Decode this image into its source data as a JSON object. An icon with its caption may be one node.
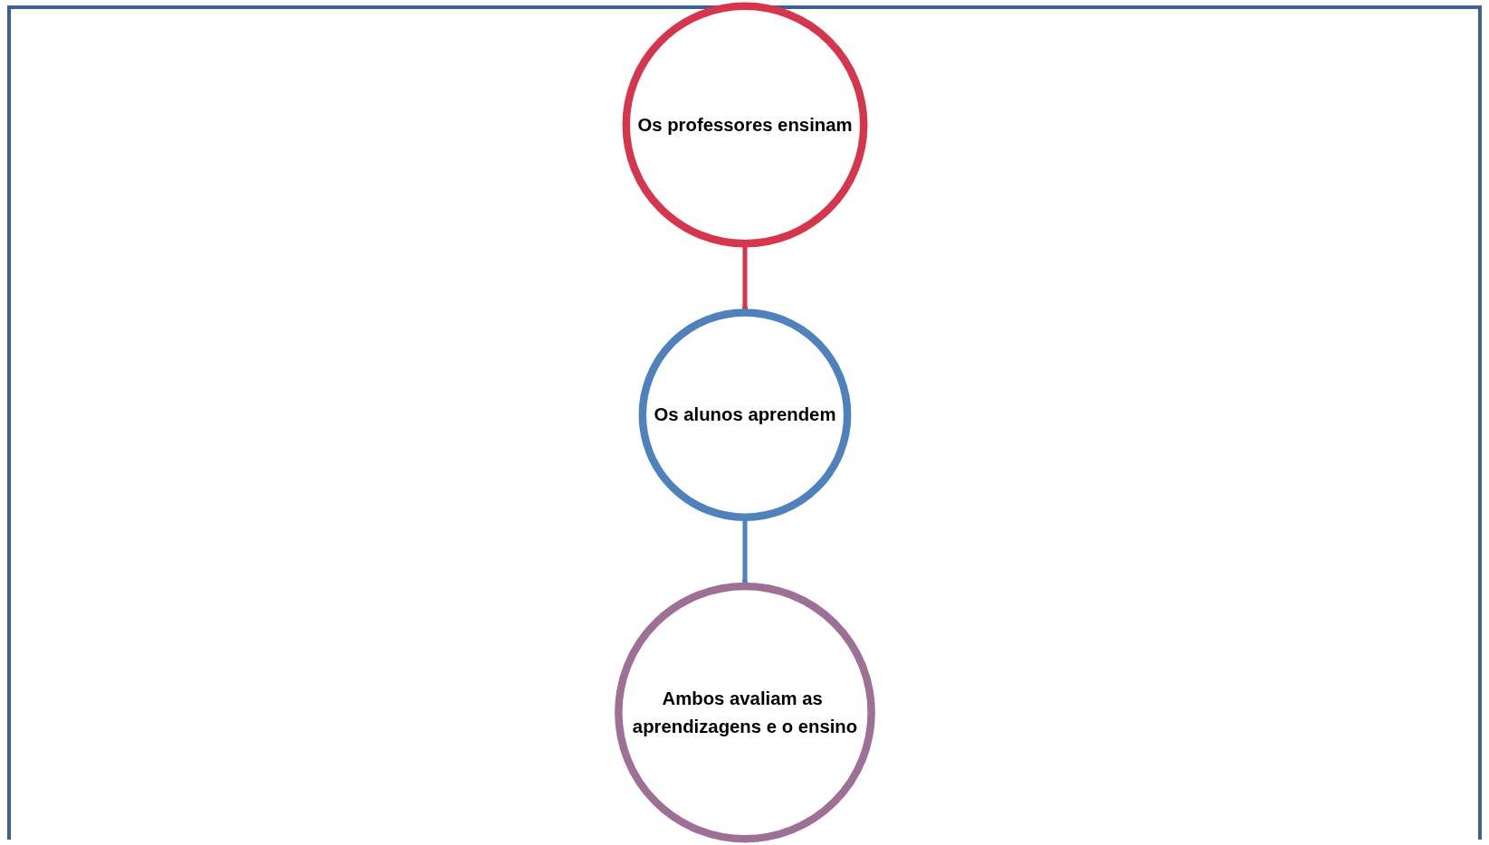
{
  "diagram": {
    "nodes": [
      {
        "text": [
          "Os professores ensinam"
        ]
      },
      {
        "text": [
          "Os alunos aprendem"
        ]
      },
      {
        "text": [
          "Ambos avaliam as aprendizagens e o ensino"
        ]
      }
    ],
    "edges": [
      {
        "from": 0,
        "to": 1,
        "arrow": "to",
        "color": "#d6364d"
      },
      {
        "from": 1,
        "to": 2,
        "arrow": "to",
        "color": "#4f81bd"
      }
    ]
  }
}
